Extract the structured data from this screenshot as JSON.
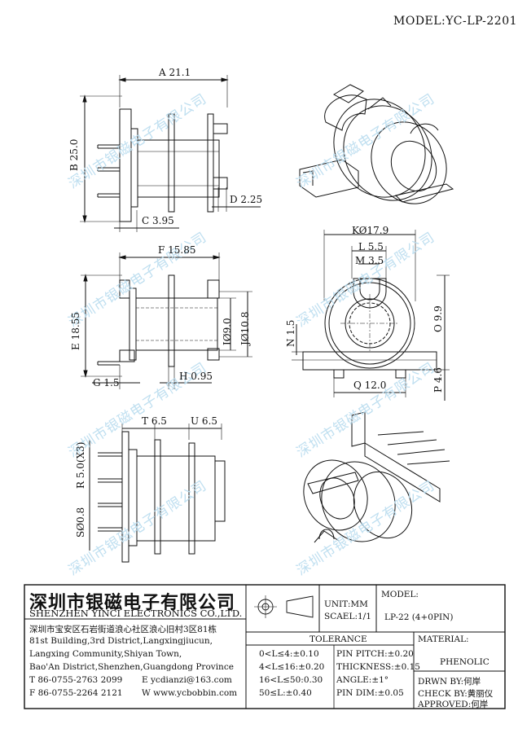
{
  "model_header": "MODEL:YC-LP-2201",
  "watermark": "深圳市银磁电子有限公司",
  "dims": {
    "A": "A 21.1",
    "B": "B 25.0",
    "C": "C 3.95",
    "D": "D 2.25",
    "F": "F 15.85",
    "E": "E 18.55",
    "I": "IØ9.0",
    "J": "JØ10.8",
    "G": "G 1.5",
    "H": "H 0.95",
    "K": "KØ17.9",
    "L": "L 5.5",
    "M": "M 3.5",
    "N": "N 1.5",
    "O": "O 9.9",
    "P": "P 4.6",
    "Q": "Q 12.0",
    "T": "T 6.5",
    "U": "U 6.5",
    "R": "R 5.0(X3)",
    "S": "SØ0.8"
  },
  "company": {
    "name_cn": "深圳市银磁电子有限公司",
    "name_en": "SHENZHEN YINCI ELECTRONICS CO.,LTD.",
    "addr_cn": "深圳市宝安区石岩街道浪心社区浪心旧村3区81栋",
    "addr_en1": "81st Building,3rd District,Langxingjiucun,",
    "addr_en2": "Langxing Community,Shiyan Town,",
    "addr_en3": "Bao'An District,Shenzhen,Guangdong Province",
    "tel": "T 86-0755-2763 2099",
    "email": "E ycdianzi@163.com",
    "fax": "F 86-0755-2264 2121",
    "web": "W www.ycbobbin.com"
  },
  "unit": "UNIT:MM",
  "scale": "SCAEL:1/1",
  "model_label": "MODEL:",
  "model_value": "LP-22 (4+0PIN)",
  "tolerance": {
    "title": "TOLERANCE",
    "rows": [
      "0<L≤4:±0.10",
      "4<L≤16:±0.20",
      "16<L≤50:0.30",
      "50≤L:±0.40"
    ],
    "pin_rows": [
      "PIN PITCH:±0.20",
      "THICKNESS:±0.15",
      "ANGLE:±1°",
      "PIN DIM:±0.05"
    ]
  },
  "material_label": "MATERIAL:",
  "material_value": "PHENOLIC",
  "drwn": "DRWN BY:何岸",
  "check": "CHECK BY:黄丽仪",
  "approved": "APPROVED:何岸"
}
